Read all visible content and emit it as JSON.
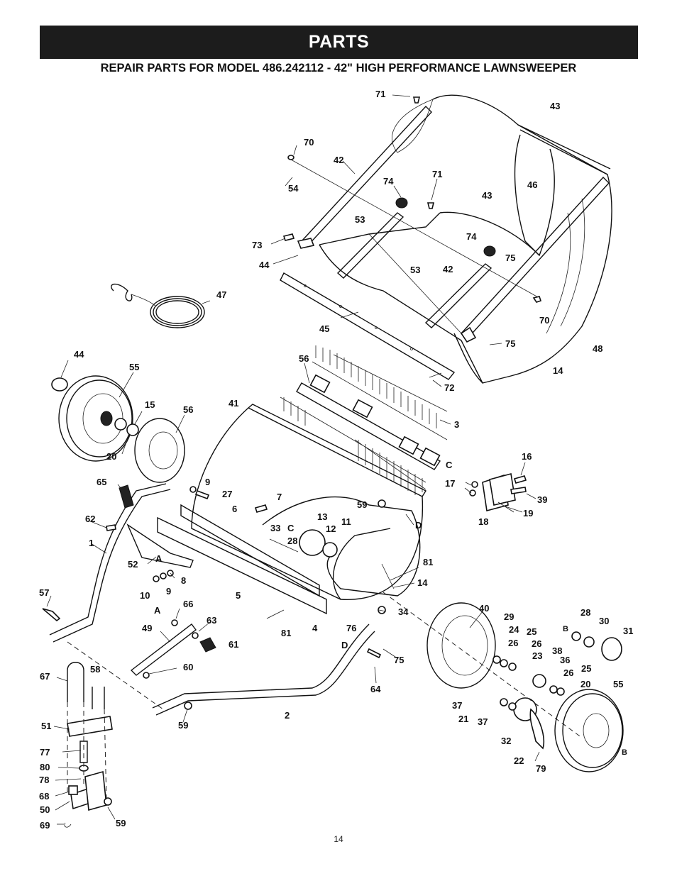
{
  "header": {
    "title": "PARTS"
  },
  "subtitle": "REPAIR PARTS FOR MODEL 486.242112 - 42\" HIGH PERFORMANCE LAWNSWEEPER",
  "page_number": "14",
  "callouts": [
    {
      "id": "c71a",
      "text": "71"
    },
    {
      "id": "c43a",
      "text": "43"
    },
    {
      "id": "c70a",
      "text": "70"
    },
    {
      "id": "c42a",
      "text": "42"
    },
    {
      "id": "c54",
      "text": "54"
    },
    {
      "id": "c74a",
      "text": "74"
    },
    {
      "id": "c71b",
      "text": "71"
    },
    {
      "id": "c43b",
      "text": "43"
    },
    {
      "id": "c46",
      "text": "46"
    },
    {
      "id": "c53a",
      "text": "53"
    },
    {
      "id": "c74b",
      "text": "74"
    },
    {
      "id": "c73",
      "text": "73"
    },
    {
      "id": "c75a",
      "text": "75"
    },
    {
      "id": "c44a",
      "text": "44"
    },
    {
      "id": "c53b",
      "text": "53"
    },
    {
      "id": "c42b",
      "text": "42"
    },
    {
      "id": "c47",
      "text": "47"
    },
    {
      "id": "c70b",
      "text": "70"
    },
    {
      "id": "c45",
      "text": "45"
    },
    {
      "id": "c75b",
      "text": "75"
    },
    {
      "id": "c48",
      "text": "48"
    },
    {
      "id": "c44b",
      "text": "44"
    },
    {
      "id": "c56a",
      "text": "56"
    },
    {
      "id": "c14a",
      "text": "14"
    },
    {
      "id": "c55a",
      "text": "55"
    },
    {
      "id": "c72",
      "text": "72"
    },
    {
      "id": "c15",
      "text": "15"
    },
    {
      "id": "c56b",
      "text": "56"
    },
    {
      "id": "c41",
      "text": "41"
    },
    {
      "id": "c3",
      "text": "3"
    },
    {
      "id": "c20a",
      "text": "20"
    },
    {
      "id": "c16",
      "text": "16"
    },
    {
      "id": "cC1",
      "text": "C"
    },
    {
      "id": "c65",
      "text": "65"
    },
    {
      "id": "c9a",
      "text": "9"
    },
    {
      "id": "c17",
      "text": "17"
    },
    {
      "id": "c27",
      "text": "27"
    },
    {
      "id": "c7",
      "text": "7"
    },
    {
      "id": "c39",
      "text": "39"
    },
    {
      "id": "c6",
      "text": "6"
    },
    {
      "id": "c59a",
      "text": "59"
    },
    {
      "id": "c19",
      "text": "19"
    },
    {
      "id": "c62",
      "text": "62"
    },
    {
      "id": "c13",
      "text": "13"
    },
    {
      "id": "c18",
      "text": "18"
    },
    {
      "id": "cD1",
      "text": "D"
    },
    {
      "id": "c33",
      "text": "33"
    },
    {
      "id": "cC2",
      "text": "C"
    },
    {
      "id": "c12",
      "text": "12"
    },
    {
      "id": "c11",
      "text": "11"
    },
    {
      "id": "c28a",
      "text": "28"
    },
    {
      "id": "c1",
      "text": "1"
    },
    {
      "id": "c52",
      "text": "52"
    },
    {
      "id": "cA1",
      "text": "A"
    },
    {
      "id": "c81a",
      "text": "81"
    },
    {
      "id": "c8",
      "text": "8"
    },
    {
      "id": "c10",
      "text": "10"
    },
    {
      "id": "c9b",
      "text": "9"
    },
    {
      "id": "c14b",
      "text": "14"
    },
    {
      "id": "c57",
      "text": "57"
    },
    {
      "id": "c5",
      "text": "5"
    },
    {
      "id": "c66",
      "text": "66"
    },
    {
      "id": "cA2",
      "text": "A"
    },
    {
      "id": "c34",
      "text": "34"
    },
    {
      "id": "c40",
      "text": "40"
    },
    {
      "id": "c63",
      "text": "63"
    },
    {
      "id": "c49",
      "text": "49"
    },
    {
      "id": "c81b",
      "text": "81"
    },
    {
      "id": "c4",
      "text": "4"
    },
    {
      "id": "c76",
      "text": "76"
    },
    {
      "id": "c29",
      "text": "29"
    },
    {
      "id": "c28b",
      "text": "28"
    },
    {
      "id": "c30",
      "text": "30"
    },
    {
      "id": "c31",
      "text": "31"
    },
    {
      "id": "cB1",
      "text": "B"
    },
    {
      "id": "c24",
      "text": "24"
    },
    {
      "id": "c25a",
      "text": "25"
    },
    {
      "id": "c61",
      "text": "61"
    },
    {
      "id": "cD2",
      "text": "D"
    },
    {
      "id": "c26a",
      "text": "26"
    },
    {
      "id": "c26b",
      "text": "26"
    },
    {
      "id": "c38",
      "text": "38"
    },
    {
      "id": "c75c",
      "text": "75"
    },
    {
      "id": "c23",
      "text": "23"
    },
    {
      "id": "c36",
      "text": "36"
    },
    {
      "id": "c60",
      "text": "60"
    },
    {
      "id": "c67",
      "text": "67"
    },
    {
      "id": "c58",
      "text": "58"
    },
    {
      "id": "c26c",
      "text": "26"
    },
    {
      "id": "c25b",
      "text": "25"
    },
    {
      "id": "c20b",
      "text": "20"
    },
    {
      "id": "c55b",
      "text": "55"
    },
    {
      "id": "c64",
      "text": "64"
    },
    {
      "id": "c2",
      "text": "2"
    },
    {
      "id": "c37a",
      "text": "37"
    },
    {
      "id": "c59b",
      "text": "59"
    },
    {
      "id": "c51",
      "text": "51"
    },
    {
      "id": "c21",
      "text": "21"
    },
    {
      "id": "c37b",
      "text": "37"
    },
    {
      "id": "c32",
      "text": "32"
    },
    {
      "id": "cB2",
      "text": "B"
    },
    {
      "id": "c77",
      "text": "77"
    },
    {
      "id": "c22",
      "text": "22"
    },
    {
      "id": "c80",
      "text": "80"
    },
    {
      "id": "c79",
      "text": "79"
    },
    {
      "id": "c78",
      "text": "78"
    },
    {
      "id": "c68",
      "text": "68"
    },
    {
      "id": "c50",
      "text": "50"
    },
    {
      "id": "c59c",
      "text": "59"
    },
    {
      "id": "c69",
      "text": "69"
    }
  ]
}
